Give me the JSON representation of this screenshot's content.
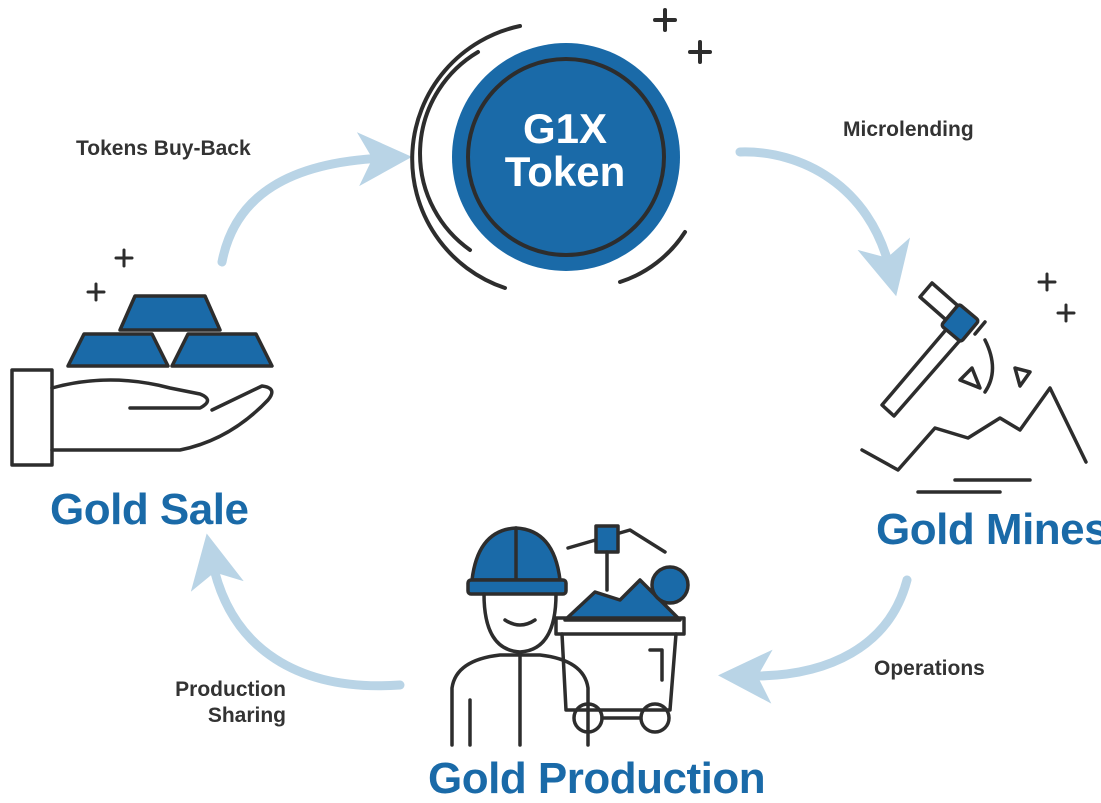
{
  "colors": {
    "primary": "#1a6aa8",
    "arrow": "#b9d4e6",
    "outline": "#2d2d2d"
  },
  "center": {
    "line1": "G1X",
    "line2": "Token",
    "icon": "token-coin-icon"
  },
  "nodes": {
    "gold_sale": {
      "label": "Gold Sale",
      "icon": "hand-holding-gold-bars-icon"
    },
    "gold_mines": {
      "label": "Gold Mines",
      "icon": "pickaxe-rock-icon"
    },
    "gold_production": {
      "label": "Gold Production",
      "icon": "miner-with-cart-icon"
    }
  },
  "edges": {
    "microlending": "Microlending",
    "operations": "Operations",
    "production_sharing_1": "Production",
    "production_sharing_2": "Sharing",
    "tokens_buyback": "Tokens Buy-Back"
  }
}
